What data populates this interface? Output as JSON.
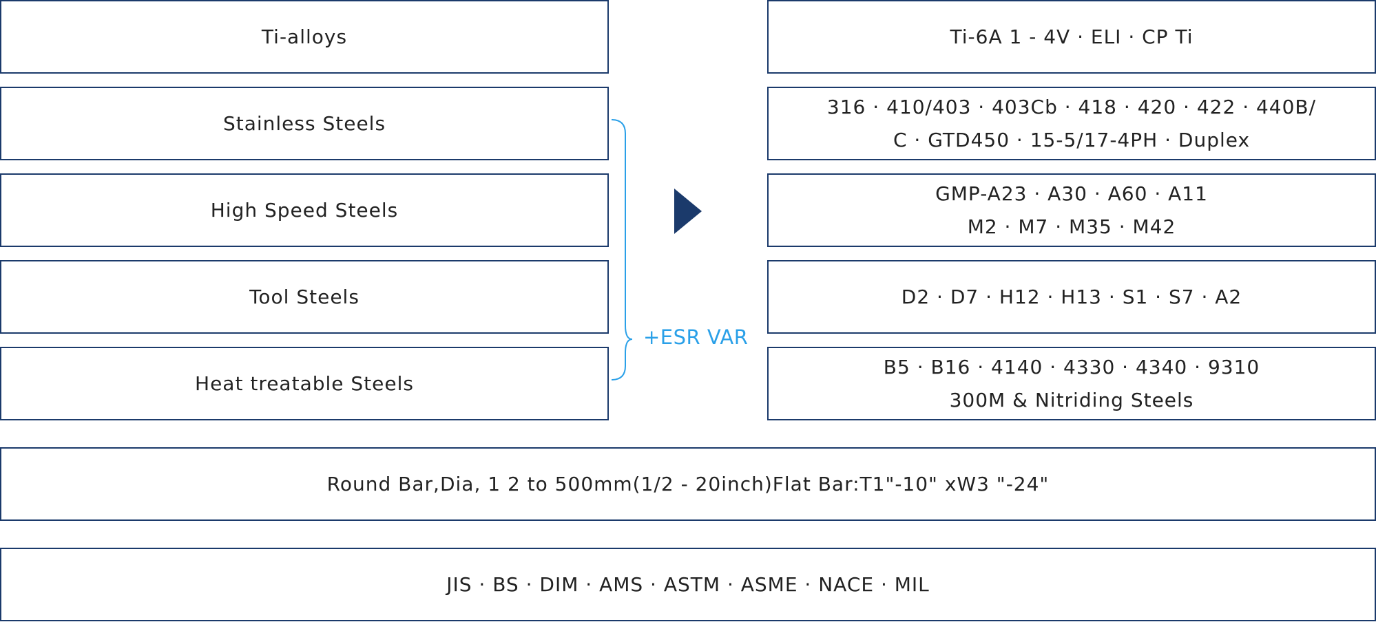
{
  "colors": {
    "border": "#1b3a6b",
    "arrow": "#1b3a6b",
    "bracket": "#2aa0e8",
    "text": "#222222"
  },
  "categories": [
    {
      "name": "Ti-alloys",
      "grades": [
        "Ti-6A 1 - 4V · ELI · CP Ti"
      ]
    },
    {
      "name": "Stainless Steels",
      "grades": [
        "316 · 410/403 · 403Cb · 418 · 420 · 422 · 440B/",
        "C · GTD450 · 15-5/17-4PH · Duplex"
      ]
    },
    {
      "name": "High Speed Steels",
      "grades": [
        "GMP-A23 · A30 · A60 · A11",
        "M2 · M7 · M35 · M42"
      ]
    },
    {
      "name": "Tool Steels",
      "grades": [
        "D2 · D7 · H12 · H13 · S1 · S7 · A2"
      ]
    },
    {
      "name": "Heat treatable Steels",
      "grades": [
        "B5 · B16 · 4140 · 4330 · 4340 · 9310",
        "300M & Nitriding  Steels"
      ]
    }
  ],
  "esr_label": "+ESR VAR",
  "arrow_icon": "arrow-right-icon",
  "sizes_text": "Round Bar,Dia, 1 2 to 500mm(1/2 - 20inch)Flat Bar:T1\"-10\" xW3 \"-24\"",
  "standards_text": "JIS · BS · DIM · AMS · ASTM · ASME · NACE · MIL"
}
